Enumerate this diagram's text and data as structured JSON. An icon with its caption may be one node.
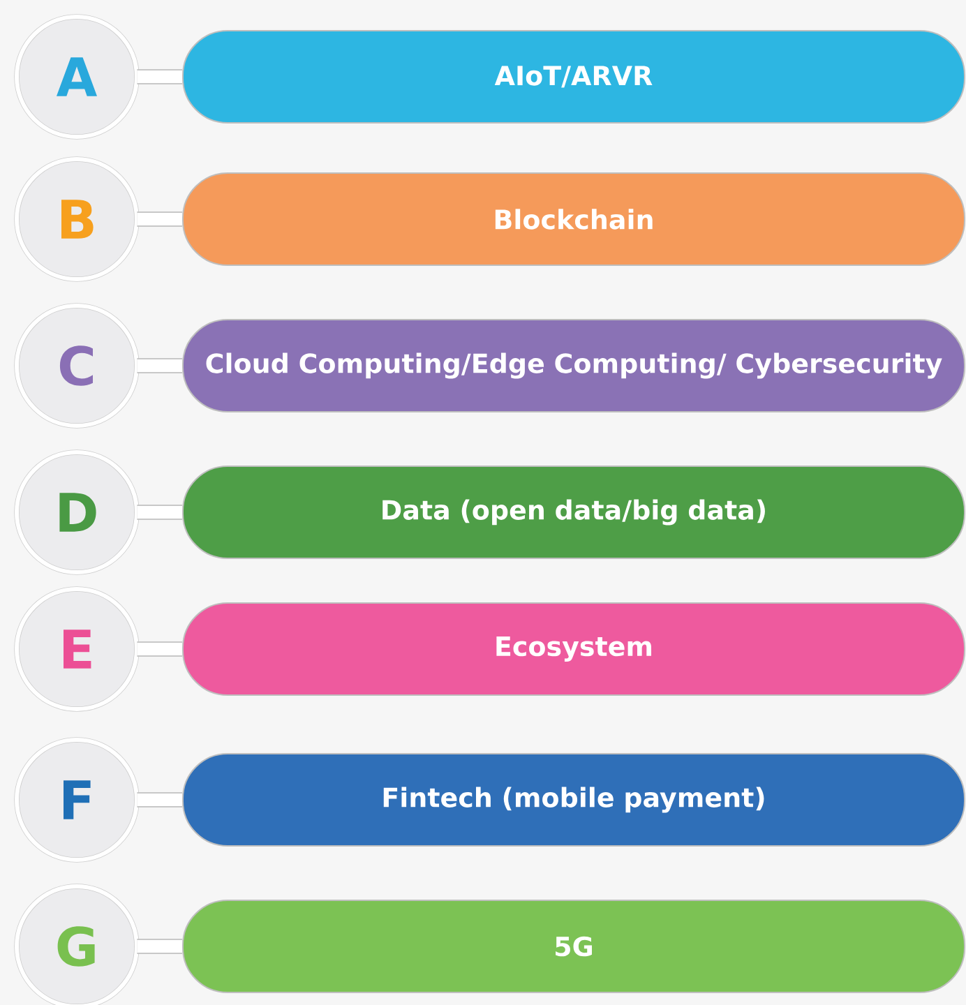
{
  "diagram": {
    "nodes": [
      {
        "text": [
          "A"
        ]
      },
      {
        "text": [
          "AIoT/ARVR"
        ]
      },
      {
        "text": [
          "B"
        ]
      },
      {
        "text": [
          "Blockchain"
        ]
      },
      {
        "text": [
          "C"
        ]
      },
      {
        "text": [
          "Cloud Computing/Edge Computing/ Cybersecurity"
        ]
      },
      {
        "text": [
          "D"
        ]
      },
      {
        "text": [
          "Data (open data/big data)"
        ]
      },
      {
        "text": [
          "E"
        ]
      },
      {
        "text": [
          "Ecosystem"
        ]
      },
      {
        "text": [
          "F"
        ]
      },
      {
        "text": [
          "Fintech (mobile payment)"
        ]
      },
      {
        "text": [
          "G"
        ]
      },
      {
        "text": [
          "5G"
        ]
      }
    ],
    "edges": [
      {
        "from": 0,
        "to": 1,
        "arrow": "none"
      },
      {
        "from": 2,
        "to": 3,
        "arrow": "none"
      },
      {
        "from": 4,
        "to": 5,
        "arrow": "none"
      },
      {
        "from": 6,
        "to": 7,
        "arrow": "none"
      },
      {
        "from": 8,
        "to": 9,
        "arrow": "none"
      },
      {
        "from": 10,
        "to": 11,
        "arrow": "none"
      },
      {
        "from": 12,
        "to": 13,
        "arrow": "none"
      }
    ]
  }
}
